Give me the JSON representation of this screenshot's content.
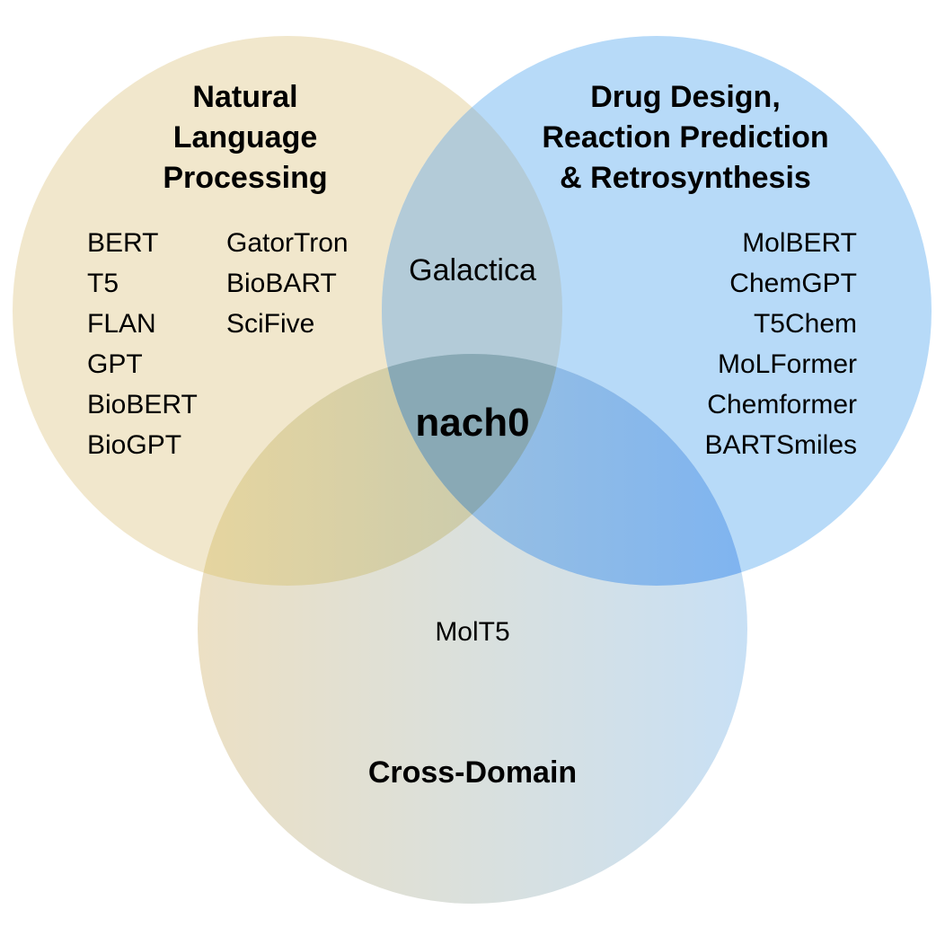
{
  "diagram": {
    "colors": {
      "nlp_circle": "#f1e7cc",
      "chem_circle": "#b7daf8",
      "cross_left": "#ece0c4",
      "cross_right": "#c8e0f5",
      "overlap_nlp_chem": "#b3cbd8",
      "overlap_nlp_cross": "#d6cfa6",
      "overlap_chem_cross": "#8ebde9",
      "center": "#89a9b5"
    },
    "nlp": {
      "title_line1": "Natural",
      "title_line2": "Language",
      "title_line3": "Processing",
      "models_col1": [
        "BERT",
        "T5",
        "FLAN",
        "GPT",
        "BioBERT",
        "BioGPT"
      ],
      "models_col2": [
        "GatorTron",
        "BioBART",
        "SciFive"
      ]
    },
    "chem": {
      "title_line1": "Drug Design,",
      "title_line2": "Reaction Prediction",
      "title_line3": "& Retrosynthesis",
      "models": [
        "MolBERT",
        "ChemGPT",
        "T5Chem",
        "MoLFormer",
        "Chemformer",
        "BARTSmiles"
      ]
    },
    "cross": {
      "title": "Cross-Domain",
      "models": [
        "MolT5"
      ]
    },
    "nlp_chem_overlap": "Galactica",
    "center_label": "nach0"
  }
}
